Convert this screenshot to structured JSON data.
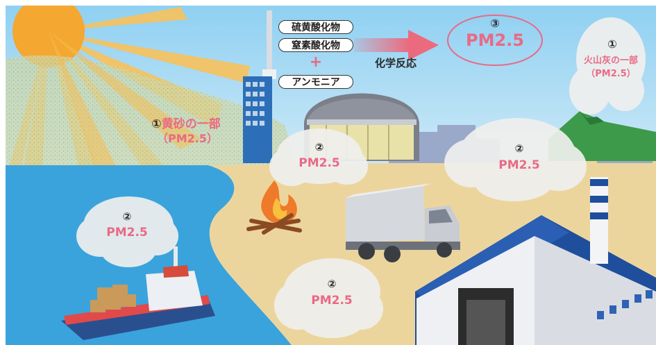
{
  "precursors": {
    "sulfur_oxides": "硫黄酸化物",
    "nitrogen_oxides": "窒素酸化物",
    "plus": "+",
    "ammonia": "アンモニア"
  },
  "reaction": {
    "label": "化学反応",
    "product_number": "③",
    "product": "PM2.5"
  },
  "yellow_sand": {
    "number": "①",
    "title": "黄砂の一部",
    "sub": "（PM2.5）"
  },
  "volcanic_ash": {
    "number": "①",
    "title": "火山灰の一部",
    "sub": "（PM2.5）"
  },
  "smoke_city": {
    "number": "②",
    "label": "PM2.5"
  },
  "smoke_field": {
    "number": "②",
    "label": "PM2.5"
  },
  "smoke_ship": {
    "number": "②",
    "label": "PM2.5"
  },
  "smoke_truck": {
    "number": "②",
    "label": "PM2.5"
  },
  "colors": {
    "sky": "#a9d8f2",
    "sea": "#3ba4dd",
    "sand": "#ecd59d",
    "sun": "#f6b547",
    "pm_text": "#e96a86",
    "arrow": "#ec6a7d",
    "roof": "#1f4e9c"
  },
  "icons": [
    "sun-icon",
    "tower-icon",
    "dome-stadium-icon",
    "campfire-icon",
    "truck-icon",
    "ship-icon",
    "factory-icon",
    "chimney-icon",
    "volcano-icon",
    "smoke-cloud-icon"
  ]
}
